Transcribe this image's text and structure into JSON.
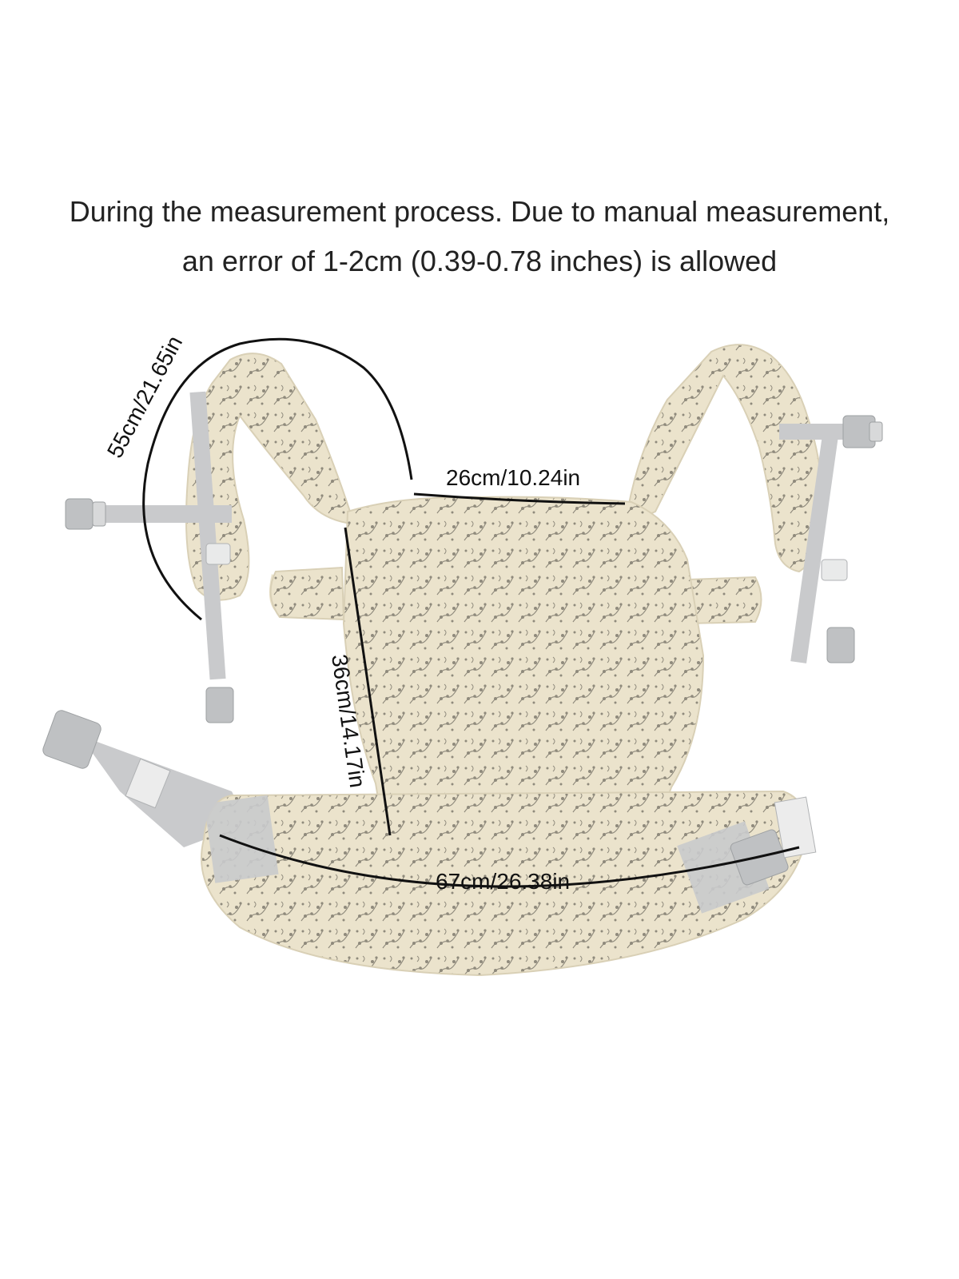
{
  "caption": {
    "line1": "During the measurement process. Due to manual measurement,",
    "line2": "an error of 1-2cm (0.39-0.78 inches) is allowed"
  },
  "measurements": {
    "strap": "55cm/21.65in",
    "top_width": "26cm/10.24in",
    "body_height": "36cm/14.17in",
    "waist_belt": "67cm/26.38in"
  },
  "colors": {
    "fabric": "#ebe3cc",
    "pattern": "#8f8a7c",
    "strap": "#c9cacc",
    "buckle": "#bfc1c3"
  }
}
